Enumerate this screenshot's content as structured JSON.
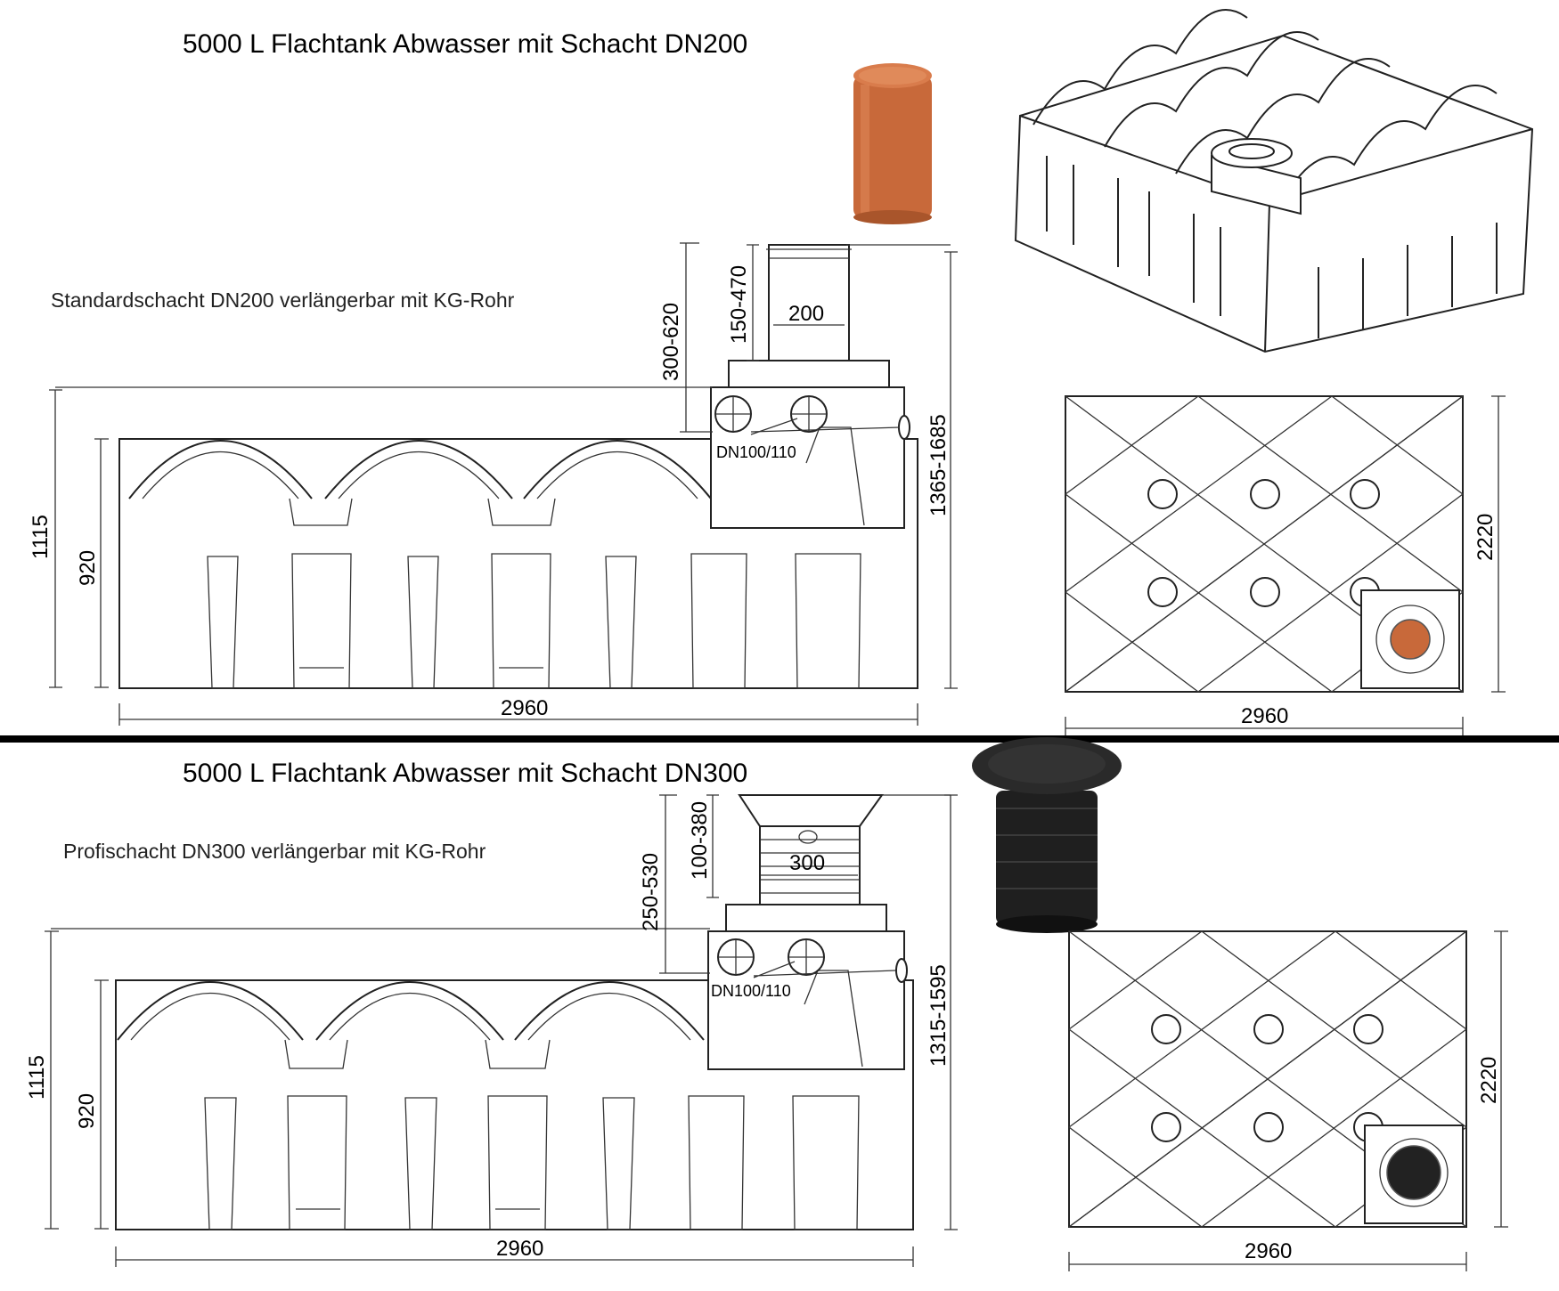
{
  "top": {
    "title": "5000 L Flachtank Abwasser mit Schacht DN200",
    "subtitle": "Standardschacht DN200 verlängerbar mit KG-Rohr",
    "dims": {
      "height_total": "1115",
      "height_body": "920",
      "shaft_range": "300-620",
      "shaft_ext": "150-470",
      "diameter": "200",
      "pipes": "DN100/110",
      "total_range": "1365-1685",
      "length": "2960",
      "plan_width": "2220",
      "plan_length": "2960"
    },
    "colors": {
      "shaft_accent": "#c8693a"
    }
  },
  "bottom": {
    "title": "5000 L Flachtank Abwasser mit Schacht DN300",
    "subtitle": "Profischacht DN300 verlängerbar mit KG-Rohr",
    "dims": {
      "height_total": "1115",
      "height_body": "920",
      "shaft_range": "250-530",
      "shaft_ext": "100-380",
      "diameter": "300",
      "pipes": "DN100/110",
      "total_range": "1315-1595",
      "length": "2960",
      "plan_width": "2220",
      "plan_length": "2960"
    },
    "colors": {
      "shaft_accent": "#222222"
    }
  }
}
